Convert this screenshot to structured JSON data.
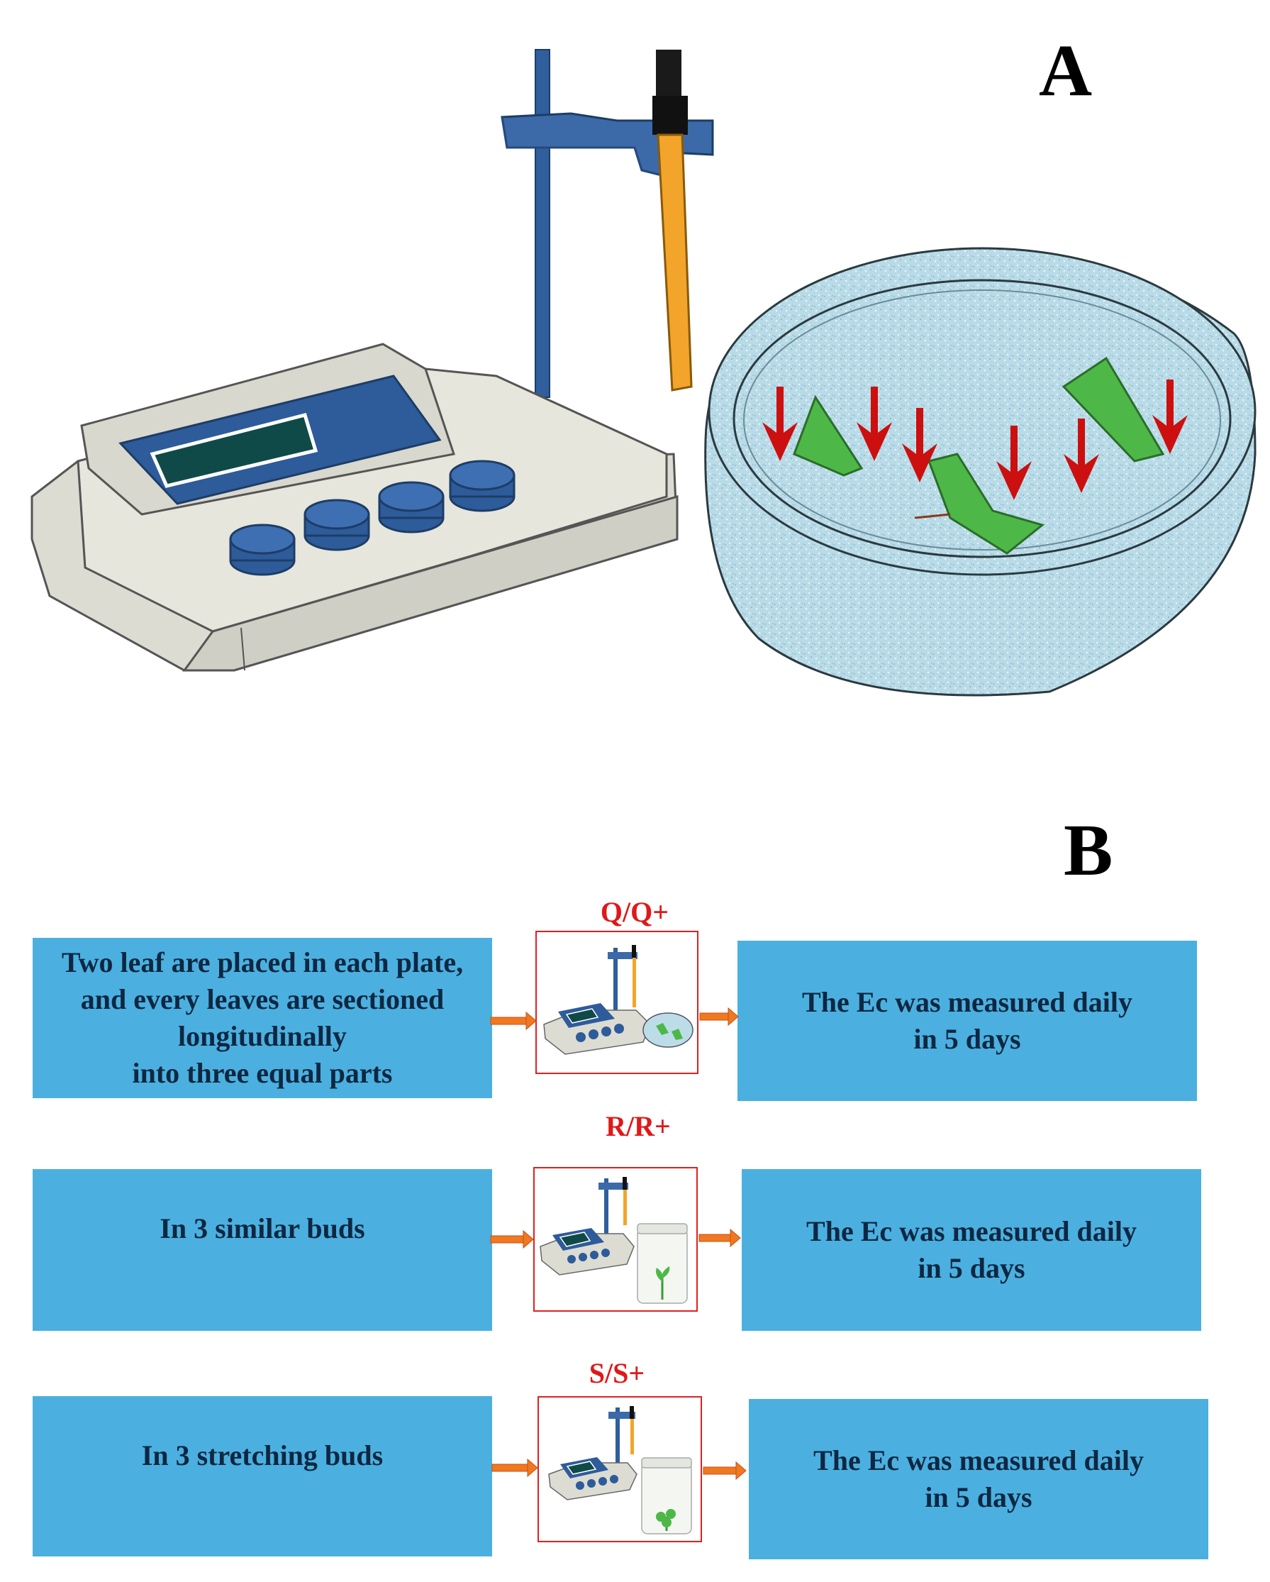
{
  "panel_a": {
    "label": "A",
    "illustration": [
      "ec-meter-icon",
      "probe-stand-icon",
      "petri-dish-icon",
      "leaf-section-icon"
    ],
    "arrow_color": "#cc0f0f",
    "leaf_color": "#4db848"
  },
  "panel_b": {
    "label": "B",
    "rows": [
      {
        "condition": "Q/Q+",
        "left_text": [
          "Two leaf are placed in each plate,",
          "and every leaves are sectioned",
          "longitudinally",
          "into three equal parts"
        ],
        "right_text": [
          "The Ec was measured daily",
          "in 5 days"
        ],
        "sample": "petri-dish-icon"
      },
      {
        "condition": "R/R+",
        "left_text": [
          "In 3 similar buds"
        ],
        "right_text": [
          "The Ec was measured daily",
          "in 5 days"
        ],
        "sample": "jar-icon"
      },
      {
        "condition": "S/S+",
        "left_text": [
          "In 3 stretching buds"
        ],
        "right_text": [
          "The Ec was measured daily",
          "in 5 days"
        ],
        "sample": "jar-icon"
      }
    ]
  },
  "colors": {
    "box_fill": "#4bb0df",
    "box_text": "#0f2742",
    "condition_text": "#e01818",
    "frame_border": "#e02020",
    "flow_arrow": "#f07820",
    "meter_body": "#d9d9cf",
    "meter_blue": "#2e5b9a",
    "dish_fill": "#bcdde8"
  }
}
